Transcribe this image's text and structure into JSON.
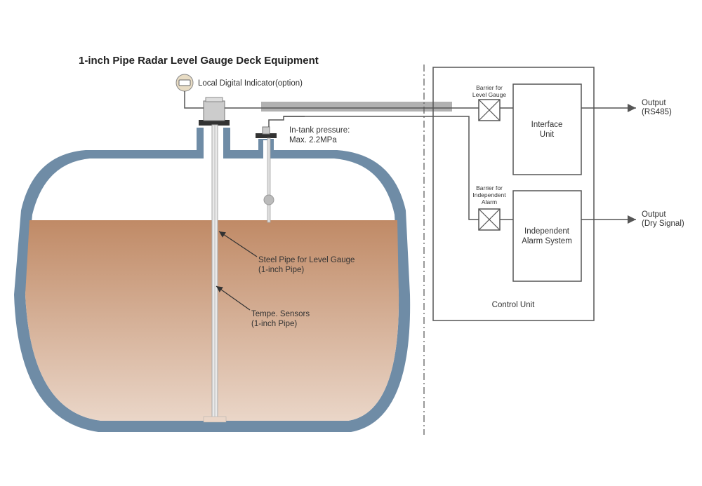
{
  "title": "1-inch Pipe Radar Level Gauge Deck Equipment",
  "labels": {
    "local_indicator": "Local Digital Indicator(option)",
    "pressure_line1": "In-tank pressure:",
    "pressure_line2": "Max. 2.2MPa",
    "steel_pipe_line1": "Steel Pipe for Level Gauge",
    "steel_pipe_line2": "(1-inch Pipe)",
    "temp_line1": "Tempe. Sensors",
    "temp_line2": "(1-inch Pipe)",
    "barrier_gauge_line1": "Barrier for",
    "barrier_gauge_line2": "Level Gauge",
    "barrier_alarm_line1": "Barrier for",
    "barrier_alarm_line2": "Independent",
    "barrier_alarm_line3": "Alarm",
    "interface_line1": "Interface",
    "interface_line2": "Unit",
    "alarm_line1": "Independent",
    "alarm_line2": "Alarm System",
    "control_unit": "Control Unit",
    "output1_line1": "Output",
    "output1_line2": "(RS485)",
    "output2_line1": "Output",
    "output2_line2": "(Dry Signal)"
  },
  "colors": {
    "tank_shell": "#6f8ca6",
    "liquid_top": "#c08a66",
    "liquid_bottom": "#ead6c8",
    "line": "#555555",
    "cable": "#a9a9a9"
  }
}
